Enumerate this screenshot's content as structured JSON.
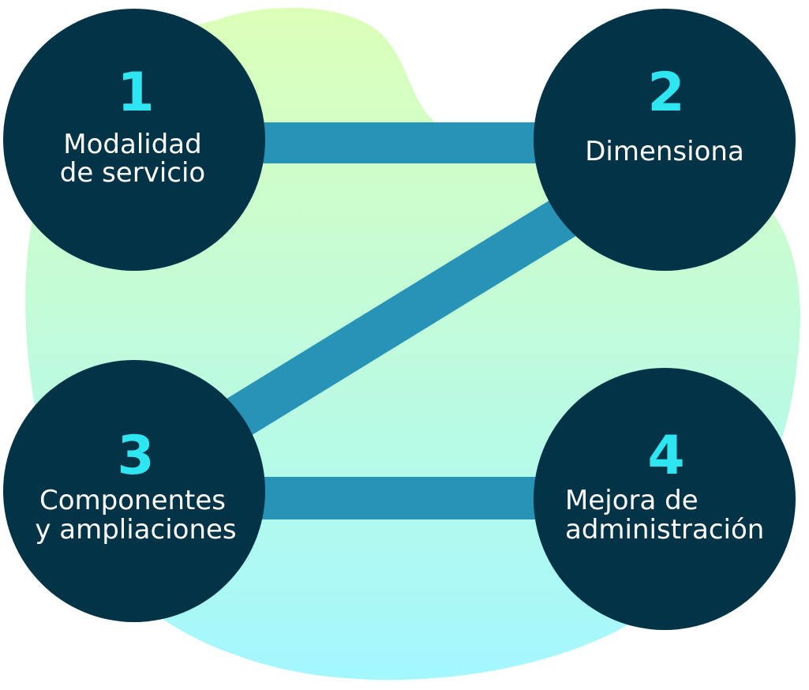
{
  "colors": {
    "circle_fill": "#033347",
    "connector": "#2793b6",
    "number": "#2ee6f2",
    "label": "#ffffff",
    "blob_top": "#dcffb8",
    "blob_bottom": "#a3f7ff"
  },
  "steps": [
    {
      "number": "1",
      "lines": [
        "Modalidad",
        "de servicio"
      ]
    },
    {
      "number": "2",
      "lines": [
        "Dimensiona"
      ]
    },
    {
      "number": "3",
      "lines": [
        "Componentes",
        "y ampliaciones"
      ]
    },
    {
      "number": "4",
      "lines": [
        "Mejora de",
        "administración"
      ]
    }
  ]
}
